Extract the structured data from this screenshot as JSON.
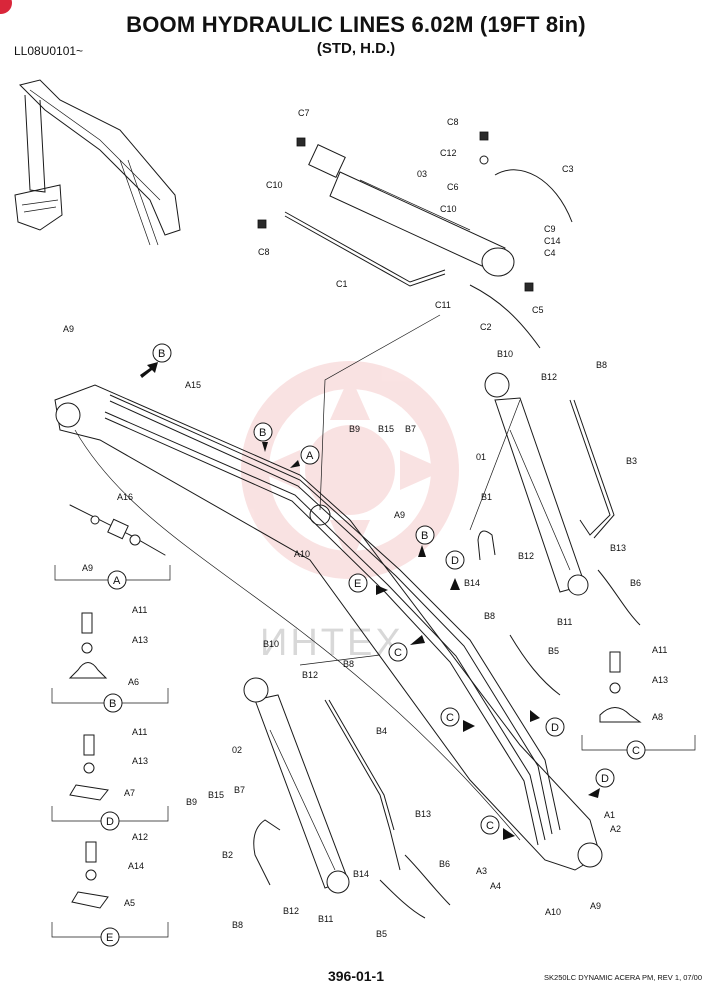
{
  "title": "BOOM HYDRAULIC LINES 6.02M (19FT 8in)",
  "subtitle": "(STD, H.D.)",
  "serial": "LL08U0101~",
  "page_number": "396-01-1",
  "footnote": "SK250LC DYNAMIC ACERA PM, REV 1, 07/00",
  "watermark": "ИНТЕХ",
  "colors": {
    "watermark": "#f3c1c1",
    "marker": "#d9263a"
  },
  "labels": {
    "C7": "C7",
    "C8a": "C8",
    "C12": "C12",
    "C3": "C3",
    "O3": "03",
    "C10a": "C10",
    "C6": "C6",
    "C10b": "C10",
    "C9": "C9",
    "C14": "C14",
    "C4": "C4",
    "C8b": "C8",
    "C1": "C1",
    "C11": "C11",
    "C5": "C5",
    "C2": "C2",
    "A9a": "A9",
    "A15": "A15",
    "B10a": "B10",
    "B12a": "B12",
    "B8a": "B8",
    "B9a": "B9",
    "B15a": "B15",
    "B7a": "B7",
    "O1": "01",
    "B3": "B3",
    "B1": "B1",
    "A9b": "A9",
    "A10a": "A10",
    "B12b": "B12",
    "B13a": "B13",
    "B14a": "B14",
    "B8b": "B8",
    "B11a": "B11",
    "B6a": "B6",
    "B5a": "B5",
    "A16": "A16",
    "A9c": "A9",
    "A11a": "A11",
    "A13a": "A13",
    "A6": "A6",
    "A11b": "A11",
    "A13b": "A13",
    "A7": "A7",
    "A12": "A12",
    "A14": "A14",
    "A5": "A5",
    "A11c": "A11",
    "A13c": "A13",
    "A8": "A8",
    "B10b": "B10",
    "B12c": "B12",
    "B8c": "B8",
    "O2": "02",
    "B4": "B4",
    "B9b": "B9",
    "B15b": "B15",
    "B7b": "B7",
    "B2": "B2",
    "B13b": "B13",
    "B6b": "B6",
    "B14b": "B14",
    "B8d": "B8",
    "B12d": "B12",
    "B11b": "B11",
    "B5b": "B5",
    "A1": "A1",
    "A2": "A2",
    "A3": "A3",
    "A4": "A4",
    "A10b": "A10",
    "A9d": "A9"
  },
  "callouts": {
    "A": "A",
    "B": "B",
    "C": "C",
    "D": "D",
    "E": "E"
  }
}
